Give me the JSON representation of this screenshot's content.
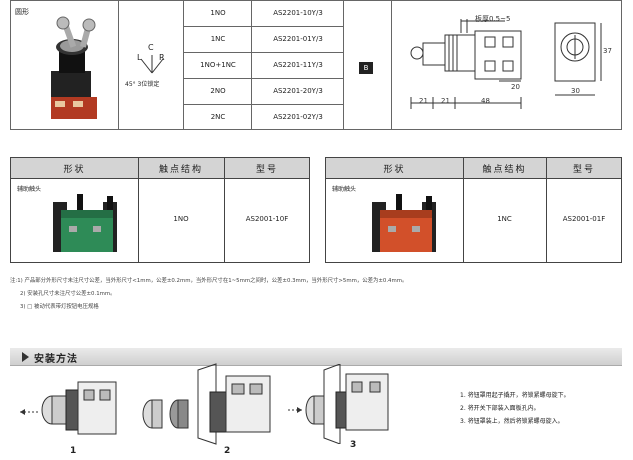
{
  "top": {
    "shape_label": "圆形",
    "lcr_letters": [
      "L",
      "C",
      "R"
    ],
    "lcr_caption": "45° 3位锁定",
    "rows": [
      {
        "contact": "1NO",
        "model": "AS2201-10Y/3"
      },
      {
        "contact": "1NC",
        "model": "AS2201-01Y/3"
      },
      {
        "contact": "1NO+1NC",
        "model": "AS2201-11Y/3"
      },
      {
        "contact": "2NO",
        "model": "AS2201-20Y/3"
      },
      {
        "contact": "2NC",
        "model": "AS2201-02Y/3"
      }
    ],
    "badge": "B",
    "dims": {
      "panel": "板厚0.5~5",
      "d21a": "21",
      "d21b": "21",
      "d48": "48",
      "d20": "20",
      "d37": "37",
      "d30": "30"
    }
  },
  "tables": [
    {
      "headers": [
        "形状",
        "触点结构",
        "型号"
      ],
      "item_label": "辅助触头",
      "contact": "1NO",
      "model": "AS2001-10F",
      "color": "#2e8b57"
    },
    {
      "headers": [
        "形状",
        "触点结构",
        "型号"
      ],
      "item_label": "辅助触头",
      "contact": "1NC",
      "model": "AS2001-01F",
      "color": "#d2502a"
    }
  ],
  "notes": [
    "注:1) 产品部分外形尺寸未注尺寸公差，当外形尺寸<1mm，公差±0.2mm，当外形尺寸在1~5mm之间时，公差±0.3mm，当外形尺寸>5mm，公差为±0.4mm。",
    "2) 安装孔尺寸未注尺寸公差±0.1mm。",
    "3) □ 被动代表带灯按钮电压规格"
  ],
  "install": {
    "title": "安装方法",
    "figure_numbers": [
      "1",
      "2",
      "3"
    ],
    "steps": [
      "1. 将钮罩用起子撬开，将锁紧螺母旋下。",
      "2. 将开关下部装入面板孔内。",
      "3. 将钮罩装上，然后将锁紧螺母旋入。"
    ]
  }
}
